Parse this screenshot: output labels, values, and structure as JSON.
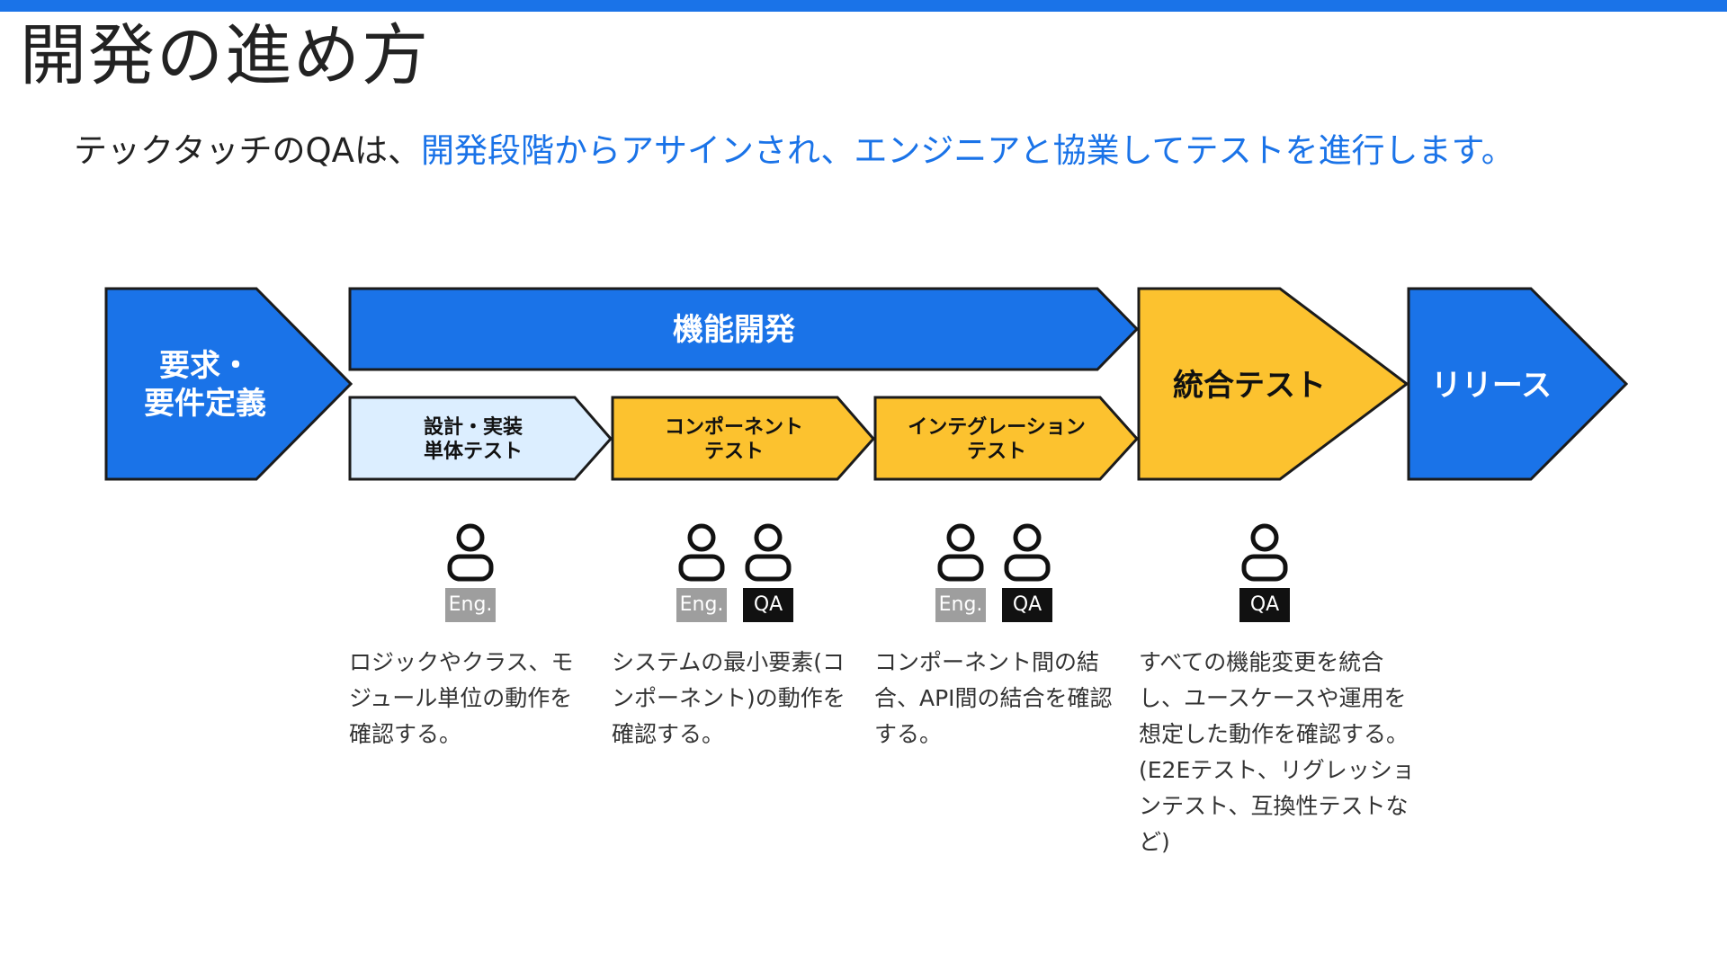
{
  "title": "開発の進め方",
  "subtitle": {
    "prefix": "テックタッチのQAは、",
    "highlight": "開発段階からアサインされ、エンジニアと協業してテストを進行します。"
  },
  "colors": {
    "accent_blue": "#1a73e8",
    "yellow": "#fcc22f",
    "light_blue": "#dceeff",
    "eng_tag": "#9e9e9e",
    "qa_tag": "#111111"
  },
  "flow": {
    "requirements": {
      "line1": "要求・",
      "line2": "要件定義"
    },
    "feature_dev": {
      "label": "機能開発"
    },
    "unit_test": {
      "line1": "設計・実装",
      "line2": "単体テスト"
    },
    "component_test": {
      "line1": "コンポーネント",
      "line2": "テスト"
    },
    "integration_test": {
      "line1": "インテグレーション",
      "line2": "テスト"
    },
    "system_test": {
      "label": "統合テスト"
    },
    "release": {
      "label": "リリース"
    }
  },
  "roles": {
    "eng": "Eng.",
    "qa": "QA"
  },
  "descriptions": {
    "unit": [
      "ロジックやクラス、モ",
      "ジュール単位の動作を",
      "確認する。"
    ],
    "component": [
      "システムの最小要素(コ",
      "ンポーネント)の動作を",
      "確認する。"
    ],
    "integration": [
      "コンポーネント間の結",
      "合、API間の結合を確認",
      "する。"
    ],
    "system": [
      "すべての機能変更を統合",
      "し、ユースケースや運用を",
      "想定した動作を確認する。",
      "(E2Eテスト、リグレッショ",
      "ンテスト、互換性テストな",
      "ど)"
    ]
  }
}
